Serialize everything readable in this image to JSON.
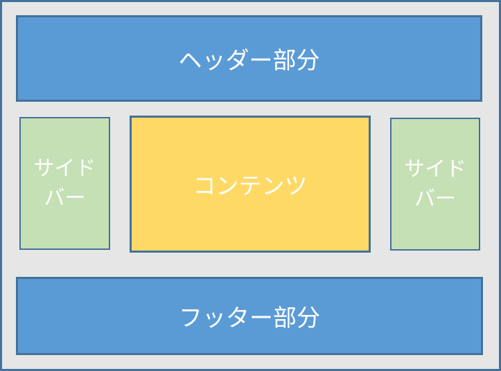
{
  "blocks": {
    "header": {
      "label": "ヘッダー部分"
    },
    "sidebar_left": {
      "label": "サイドバー"
    },
    "content": {
      "label": "コンテンツ"
    },
    "sidebar_right": {
      "label": "サイドバー"
    },
    "footer": {
      "label": "フッター部分"
    }
  },
  "colors": {
    "header_footer_fill": "#5B9BD5",
    "sidebar_fill": "#C5E0B4",
    "content_fill": "#FFD966",
    "block_border": "#41719C",
    "outer_border": "#41719C",
    "background": "#E6E6E6",
    "label_text": "#FFFFFF"
  }
}
